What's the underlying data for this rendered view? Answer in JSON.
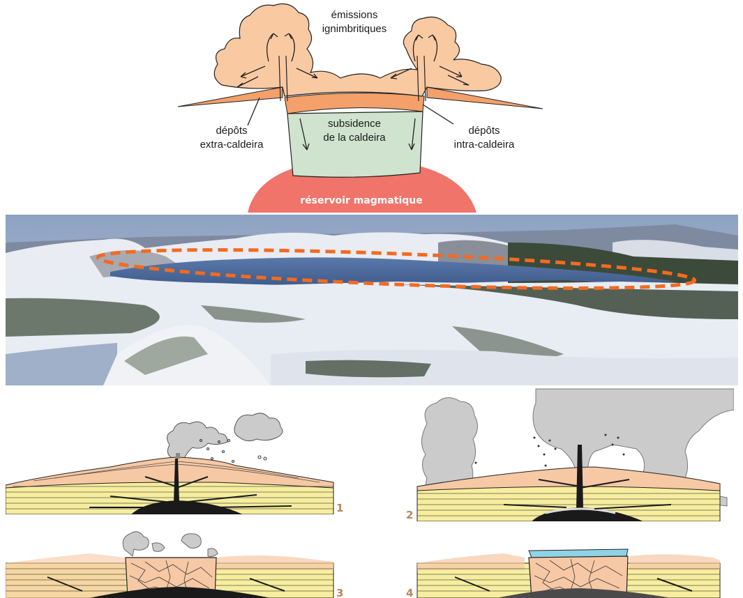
{
  "caldera_diagram": {
    "labels": {
      "emissions": [
        "émissions",
        "ignimbritiques"
      ],
      "extra": [
        "dépôts",
        "extra-caldeira"
      ],
      "subsidence": [
        "subsidence",
        "de la caldeira"
      ],
      "intra": [
        "dépôts",
        "intra-caldeira"
      ],
      "reservoir": "réservoir magmatique"
    },
    "colors": {
      "cloud": "#f9c9a2",
      "deposit": "#f3a06a",
      "block": "#cfe3cf",
      "reservoir": "#f0746a"
    }
  },
  "photo": {
    "outline_color": "#f26b21",
    "sky": "#9fb1cb",
    "lake": "#4f6d9e",
    "snow": "#eef1f6",
    "forest": "#2e3b2c"
  },
  "stages": [
    {
      "number": "1"
    },
    {
      "number": "2"
    },
    {
      "number": "3"
    },
    {
      "number": "4"
    }
  ]
}
